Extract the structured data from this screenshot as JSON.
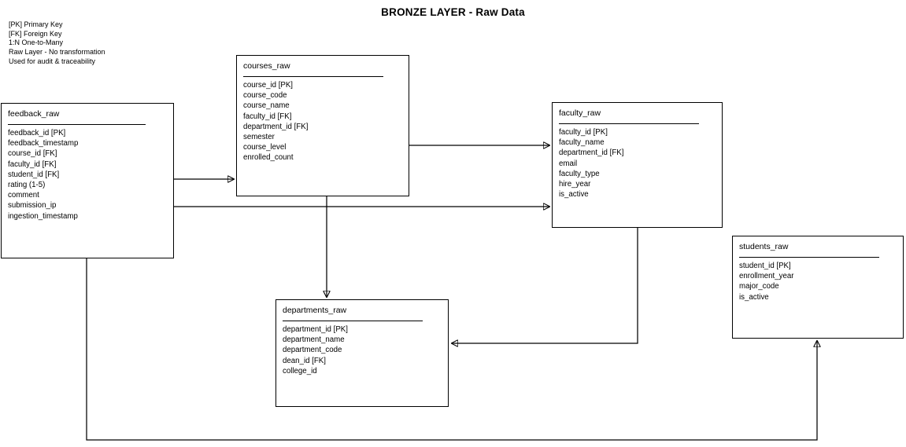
{
  "diagram": {
    "title": "BRONZE LAYER - Raw Data",
    "legend": [
      "[PK] Primary Key",
      "[FK] Foreign Key",
      "1:N One-to-Many",
      "Raw Layer - No transformation",
      "Used for audit & traceability"
    ],
    "entities": [
      {
        "id": "feedback_raw",
        "name": "feedback_raw",
        "fields": [
          "feedback_id [PK]",
          "feedback_timestamp",
          "course_id [FK]",
          "faculty_id [FK]",
          "student_id [FK]",
          "rating (1-5)",
          "comment",
          "submission_ip",
          "ingestion_timestamp"
        ]
      },
      {
        "id": "courses_raw",
        "name": "courses_raw",
        "fields": [
          "course_id [PK]",
          "course_code",
          "course_name",
          "faculty_id [FK]",
          "department_id [FK]",
          "semester",
          "course_level",
          "enrolled_count"
        ]
      },
      {
        "id": "faculty_raw",
        "name": "faculty_raw",
        "fields": [
          "faculty_id [PK]",
          "faculty_name",
          "department_id [FK]",
          "email",
          "faculty_type",
          "hire_year",
          "is_active"
        ]
      },
      {
        "id": "students_raw",
        "name": "students_raw",
        "fields": [
          "student_id [PK]",
          "enrollment_year",
          "major_code",
          "is_active"
        ]
      },
      {
        "id": "departments_raw",
        "name": "departments_raw",
        "fields": [
          "department_id [PK]",
          "department_name",
          "department_code",
          "dean_id [FK]",
          "college_id"
        ]
      }
    ],
    "relationships": [
      {
        "from": "feedback_raw",
        "to": "courses_raw"
      },
      {
        "from": "feedback_raw",
        "to": "faculty_raw"
      },
      {
        "from": "feedback_raw",
        "to": "students_raw"
      },
      {
        "from": "courses_raw",
        "to": "faculty_raw"
      },
      {
        "from": "courses_raw",
        "to": "departments_raw"
      },
      {
        "from": "faculty_raw",
        "to": "departments_raw"
      }
    ],
    "colors": {
      "stroke": "#000000",
      "fill": "#ffffff",
      "text": "#000000"
    }
  }
}
